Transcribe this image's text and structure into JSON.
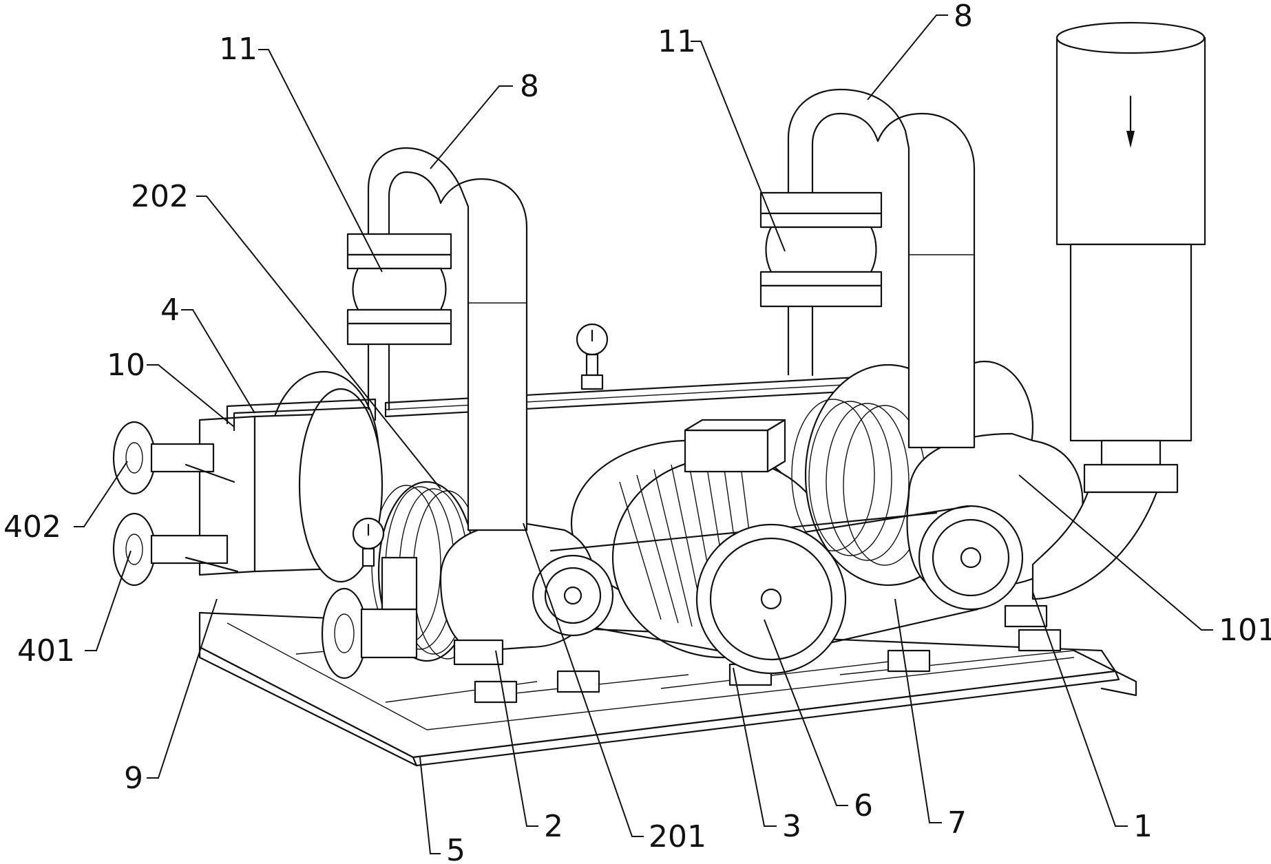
{
  "colors": {
    "ink": "#111111",
    "paper": "#ffffff"
  },
  "icons": {
    "arrow": "down-arrow-icon",
    "gauge": "pressure-gauge-icon"
  },
  "labels": [
    {
      "id": "l11a",
      "text": "11"
    },
    {
      "id": "l8a",
      "text": "8"
    },
    {
      "id": "l11b",
      "text": "11"
    },
    {
      "id": "l8b",
      "text": "8"
    },
    {
      "id": "l202",
      "text": "202"
    },
    {
      "id": "l4",
      "text": "4"
    },
    {
      "id": "l10",
      "text": "10"
    },
    {
      "id": "l402",
      "text": "402"
    },
    {
      "id": "l401",
      "text": "401"
    },
    {
      "id": "l9",
      "text": "9"
    },
    {
      "id": "l5",
      "text": "5"
    },
    {
      "id": "l2",
      "text": "2"
    },
    {
      "id": "l201",
      "text": "201"
    },
    {
      "id": "l3",
      "text": "3"
    },
    {
      "id": "l6",
      "text": "6"
    },
    {
      "id": "l7",
      "text": "7"
    },
    {
      "id": "l1",
      "text": "1"
    },
    {
      "id": "l101",
      "text": "101"
    }
  ]
}
